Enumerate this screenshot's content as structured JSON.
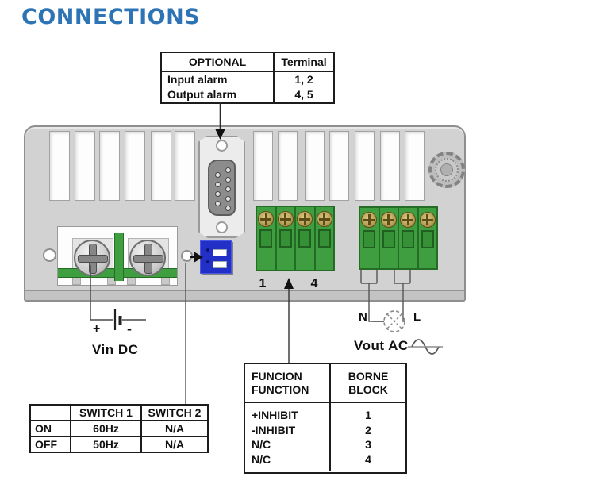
{
  "page": {
    "title": "CONNECTIONS"
  },
  "optional_table": {
    "headers": [
      "OPTIONAL",
      "Terminal"
    ],
    "rows": [
      [
        "Input alarm",
        "1, 2"
      ],
      [
        "Output alarm",
        "4, 5"
      ]
    ]
  },
  "panel": {
    "block1_first_terminal": "1",
    "block1_last_terminal": "4"
  },
  "vin": {
    "plus": "+",
    "minus": "-",
    "label": "Vin DC"
  },
  "vout": {
    "neutral": "N",
    "line": "L",
    "label": "Vout AC"
  },
  "function_table": {
    "col1_header": [
      "FUNCION",
      "FUNCTION"
    ],
    "col2_header": [
      "BORNE",
      "BLOCK"
    ],
    "rows": [
      [
        "+INHIBIT",
        "1"
      ],
      [
        "-INHIBIT",
        "2"
      ],
      [
        "N/C",
        "3"
      ],
      [
        "N/C",
        "4"
      ]
    ]
  },
  "switch_table": {
    "headers": [
      "",
      "SWITCH 1",
      "SWITCH 2"
    ],
    "rows": [
      [
        "ON",
        "60Hz",
        "N/A"
      ],
      [
        "OFF",
        "50Hz",
        "N/A"
      ]
    ]
  },
  "colors": {
    "title_color": "#2E74B5",
    "panel_gray": "#d2d2d2",
    "terminal_green": "#3f9e3f",
    "dip_blue": "#2230c8"
  }
}
